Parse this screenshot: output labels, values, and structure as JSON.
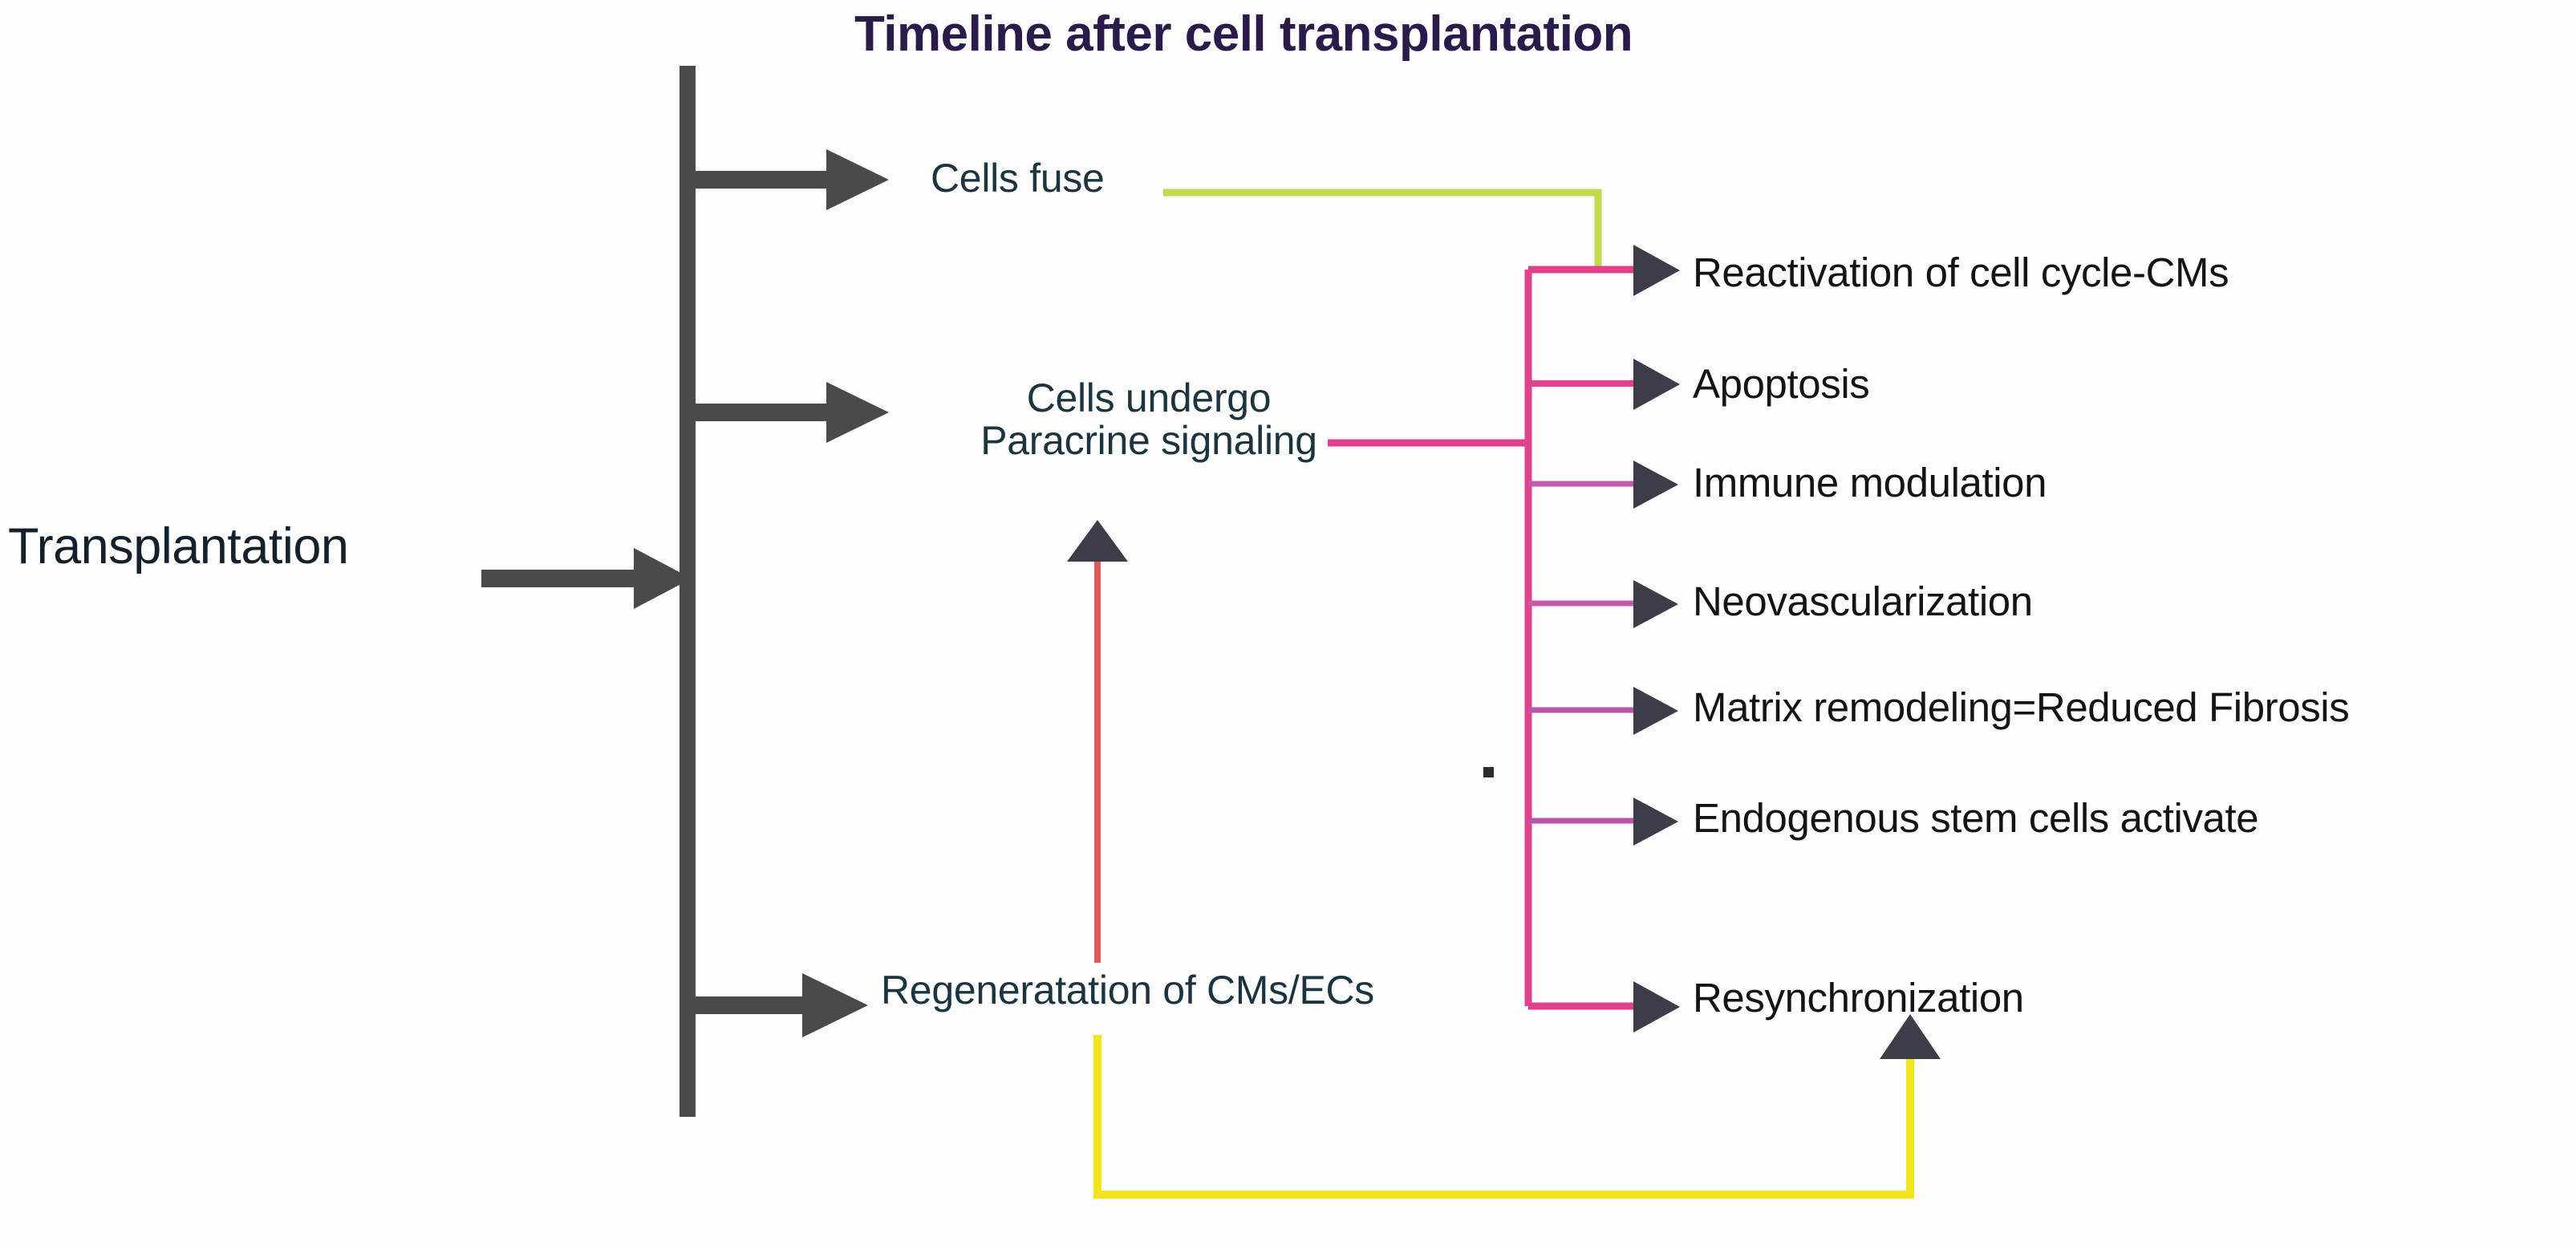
{
  "title": "Timeline after cell transplantation",
  "entry": {
    "label": "Transplantation"
  },
  "stages": [
    {
      "id": "cells-fuse",
      "label": "Cells fuse"
    },
    {
      "id": "paracrine",
      "line1": "Cells undergo",
      "line2": "Paracrine signaling"
    },
    {
      "id": "regeneration",
      "label": "Regeneratation of CMs/ECs"
    }
  ],
  "outcomes": [
    {
      "label": "Reactivation of cell cycle-CMs"
    },
    {
      "label": "Apoptosis"
    },
    {
      "label": "Immune modulation"
    },
    {
      "label": "Neovascularization"
    },
    {
      "label": "Matrix remodeling=Reduced Fibrosis"
    },
    {
      "label": "Endogenous stem cells activate"
    },
    {
      "label": "Resynchronization"
    }
  ],
  "colors": {
    "title": "#2b1b4a",
    "stage_text": "#1b3440",
    "outcome_text": "#141414",
    "arrow_gray": "#4a4a4a",
    "bus_pink": "#e0418c",
    "branch_pink": "#d9428f",
    "branch_violet": "#b857a8",
    "green_link": "#c4d84e",
    "red_link": "#e04a4a",
    "yellow_link": "#f5e31e",
    "background": "#fdfdfd"
  },
  "icons": {
    "timeline_axis": "vertical-axis-bar",
    "entry_arrow": "right-arrow",
    "stage_arrow": "right-arrow",
    "outcome_arrow": "right-triangle-arrowhead",
    "feedback_up_arrow": "up-triangle-arrowhead",
    "marker_dot": "dot-marker"
  }
}
